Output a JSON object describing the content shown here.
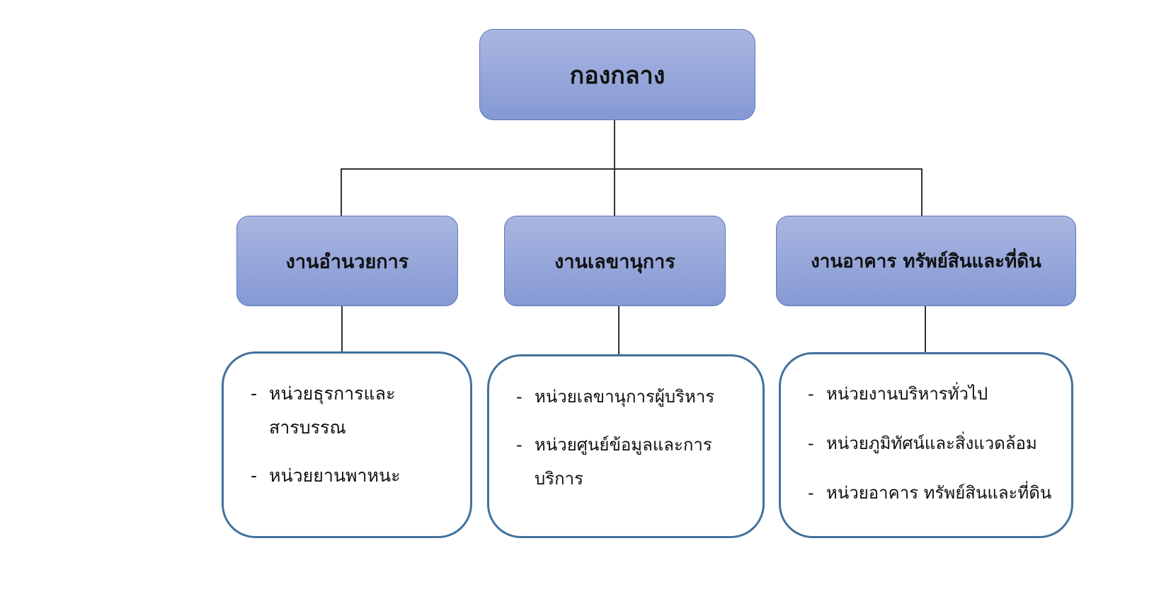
{
  "root": {
    "label": "กองกลาง"
  },
  "departments": [
    {
      "label": "งานอำนวยการ",
      "units": [
        "หน่วยธุรการและสารบรรณ",
        "หน่วยยานพาหนะ"
      ]
    },
    {
      "label": "งานเลขานุการ",
      "units": [
        "หน่วยเลขานุการผู้บริหาร",
        "หน่วยศูนย์ข้อมูลและการบริการ"
      ]
    },
    {
      "label": "งานอาคาร ทรัพย์สินและที่ดิน",
      "units": [
        "หน่วยงานบริหารทั่วไป",
        "หน่วยภูมิทัศน์และสิ่งแวดล้อม",
        "หน่วยอาคาร ทรัพย์สินและที่ดิน"
      ]
    }
  ],
  "bullet": "-",
  "colors": {
    "box_fill_top": "#aab6e0",
    "box_fill_bottom": "#8599d3",
    "box_border": "#5b79be",
    "unit_border": "#41719c",
    "connector": "#333333"
  }
}
